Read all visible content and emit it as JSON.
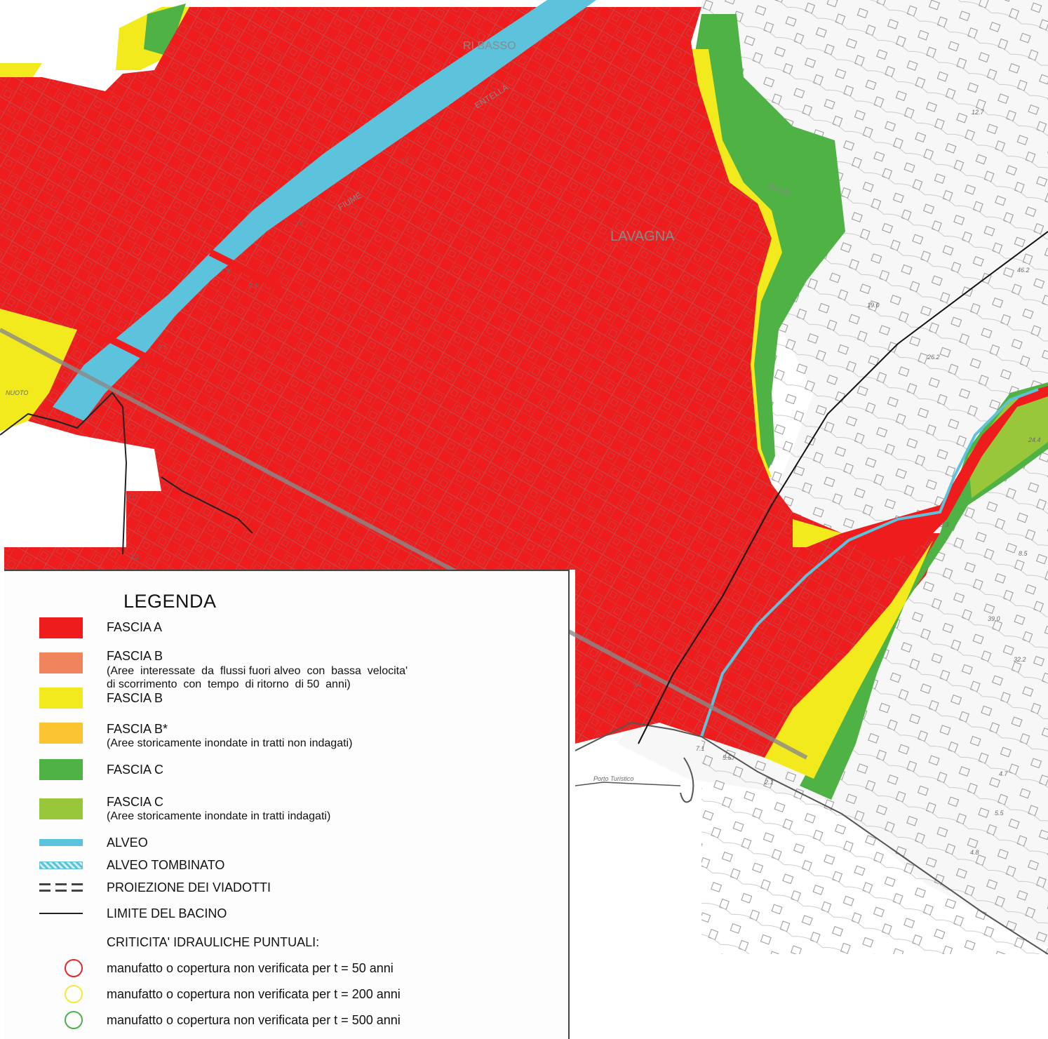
{
  "colors": {
    "fascia_a": "#ee1c1c",
    "fascia_b_low_velocity": "#f0845c",
    "fascia_b": "#f2ea1c",
    "fascia_b_star": "#fbc431",
    "fascia_c": "#4fb245",
    "fascia_c_indagati": "#98c73a",
    "alveo": "#5dc3dd",
    "ring_50": "#e8262a",
    "ring_200": "#f5e83a",
    "ring_500": "#4cb050",
    "street": "#9a9a9a"
  },
  "map_labels": {
    "ri_basso": "RI BASSO",
    "entella": "ENTELLA",
    "fiume": "FIUME",
    "lavagna": "LAVAGNA",
    "rezza": "REZZA",
    "porto_turistico": "Porto Turistico",
    "nuoto": "NUOTO"
  },
  "spot_heights": [
    "2.2",
    "2.0",
    "1.8",
    "2.3",
    "2.1",
    "2.2",
    "4.7",
    "3.1",
    "3.2",
    "12.7",
    "19.0",
    "26.2",
    "46.2",
    "39.0",
    "32.2",
    "24.4",
    "8.5",
    "5.5",
    "7.1",
    "5.4",
    "4.7",
    "5.5",
    "4.8",
    "3.3",
    "2.1"
  ],
  "legend": {
    "title": "LEGENDA",
    "items": [
      {
        "id": "fascia-a",
        "label": "FASCIA   A",
        "sub": ""
      },
      {
        "id": "fascia-b-low",
        "label": "FASCIA   B",
        "sub": "(Aree  interessate  da  flussi fuori alveo  con  bassa  velocita'\ndi scorrimento  con  tempo  di ritorno  di 50  anni)"
      },
      {
        "id": "fascia-b",
        "label": "FASCIA   B",
        "sub": ""
      },
      {
        "id": "fascia-b-star",
        "label": "FASCIA   B*",
        "sub": "(Aree  storicamente  inondate  in  tratti non  indagati)"
      },
      {
        "id": "fascia-c",
        "label": "FASCIA   C",
        "sub": ""
      },
      {
        "id": "fascia-c-indagati",
        "label": "FASCIA   C",
        "sub": "(Aree  storicamente  inondate  in  tratti indagati)"
      },
      {
        "id": "alveo",
        "label": "ALVEO",
        "sub": ""
      },
      {
        "id": "alveo-tombinato",
        "label": "ALVEO   TOMBINATO",
        "sub": ""
      },
      {
        "id": "proiezione-viadotti",
        "label": "PROIEZIONE   DEI VIADOTTI",
        "sub": ""
      },
      {
        "id": "limite-bacino",
        "label": "LIMITE   DEL   BACINO",
        "sub": ""
      }
    ],
    "criticita_title": "CRITICITA'  IDRAULICHE  PUNTUALI:",
    "criticita": [
      {
        "id": "t50",
        "label": "manufatto  o  copertura  non  verificata  per t = 50  anni"
      },
      {
        "id": "t200",
        "label": "manufatto  o  copertura  non  verificata  per t = 200  anni"
      },
      {
        "id": "t500",
        "label": "manufatto  o  copertura  non  verificata  per t = 500  anni"
      }
    ]
  }
}
